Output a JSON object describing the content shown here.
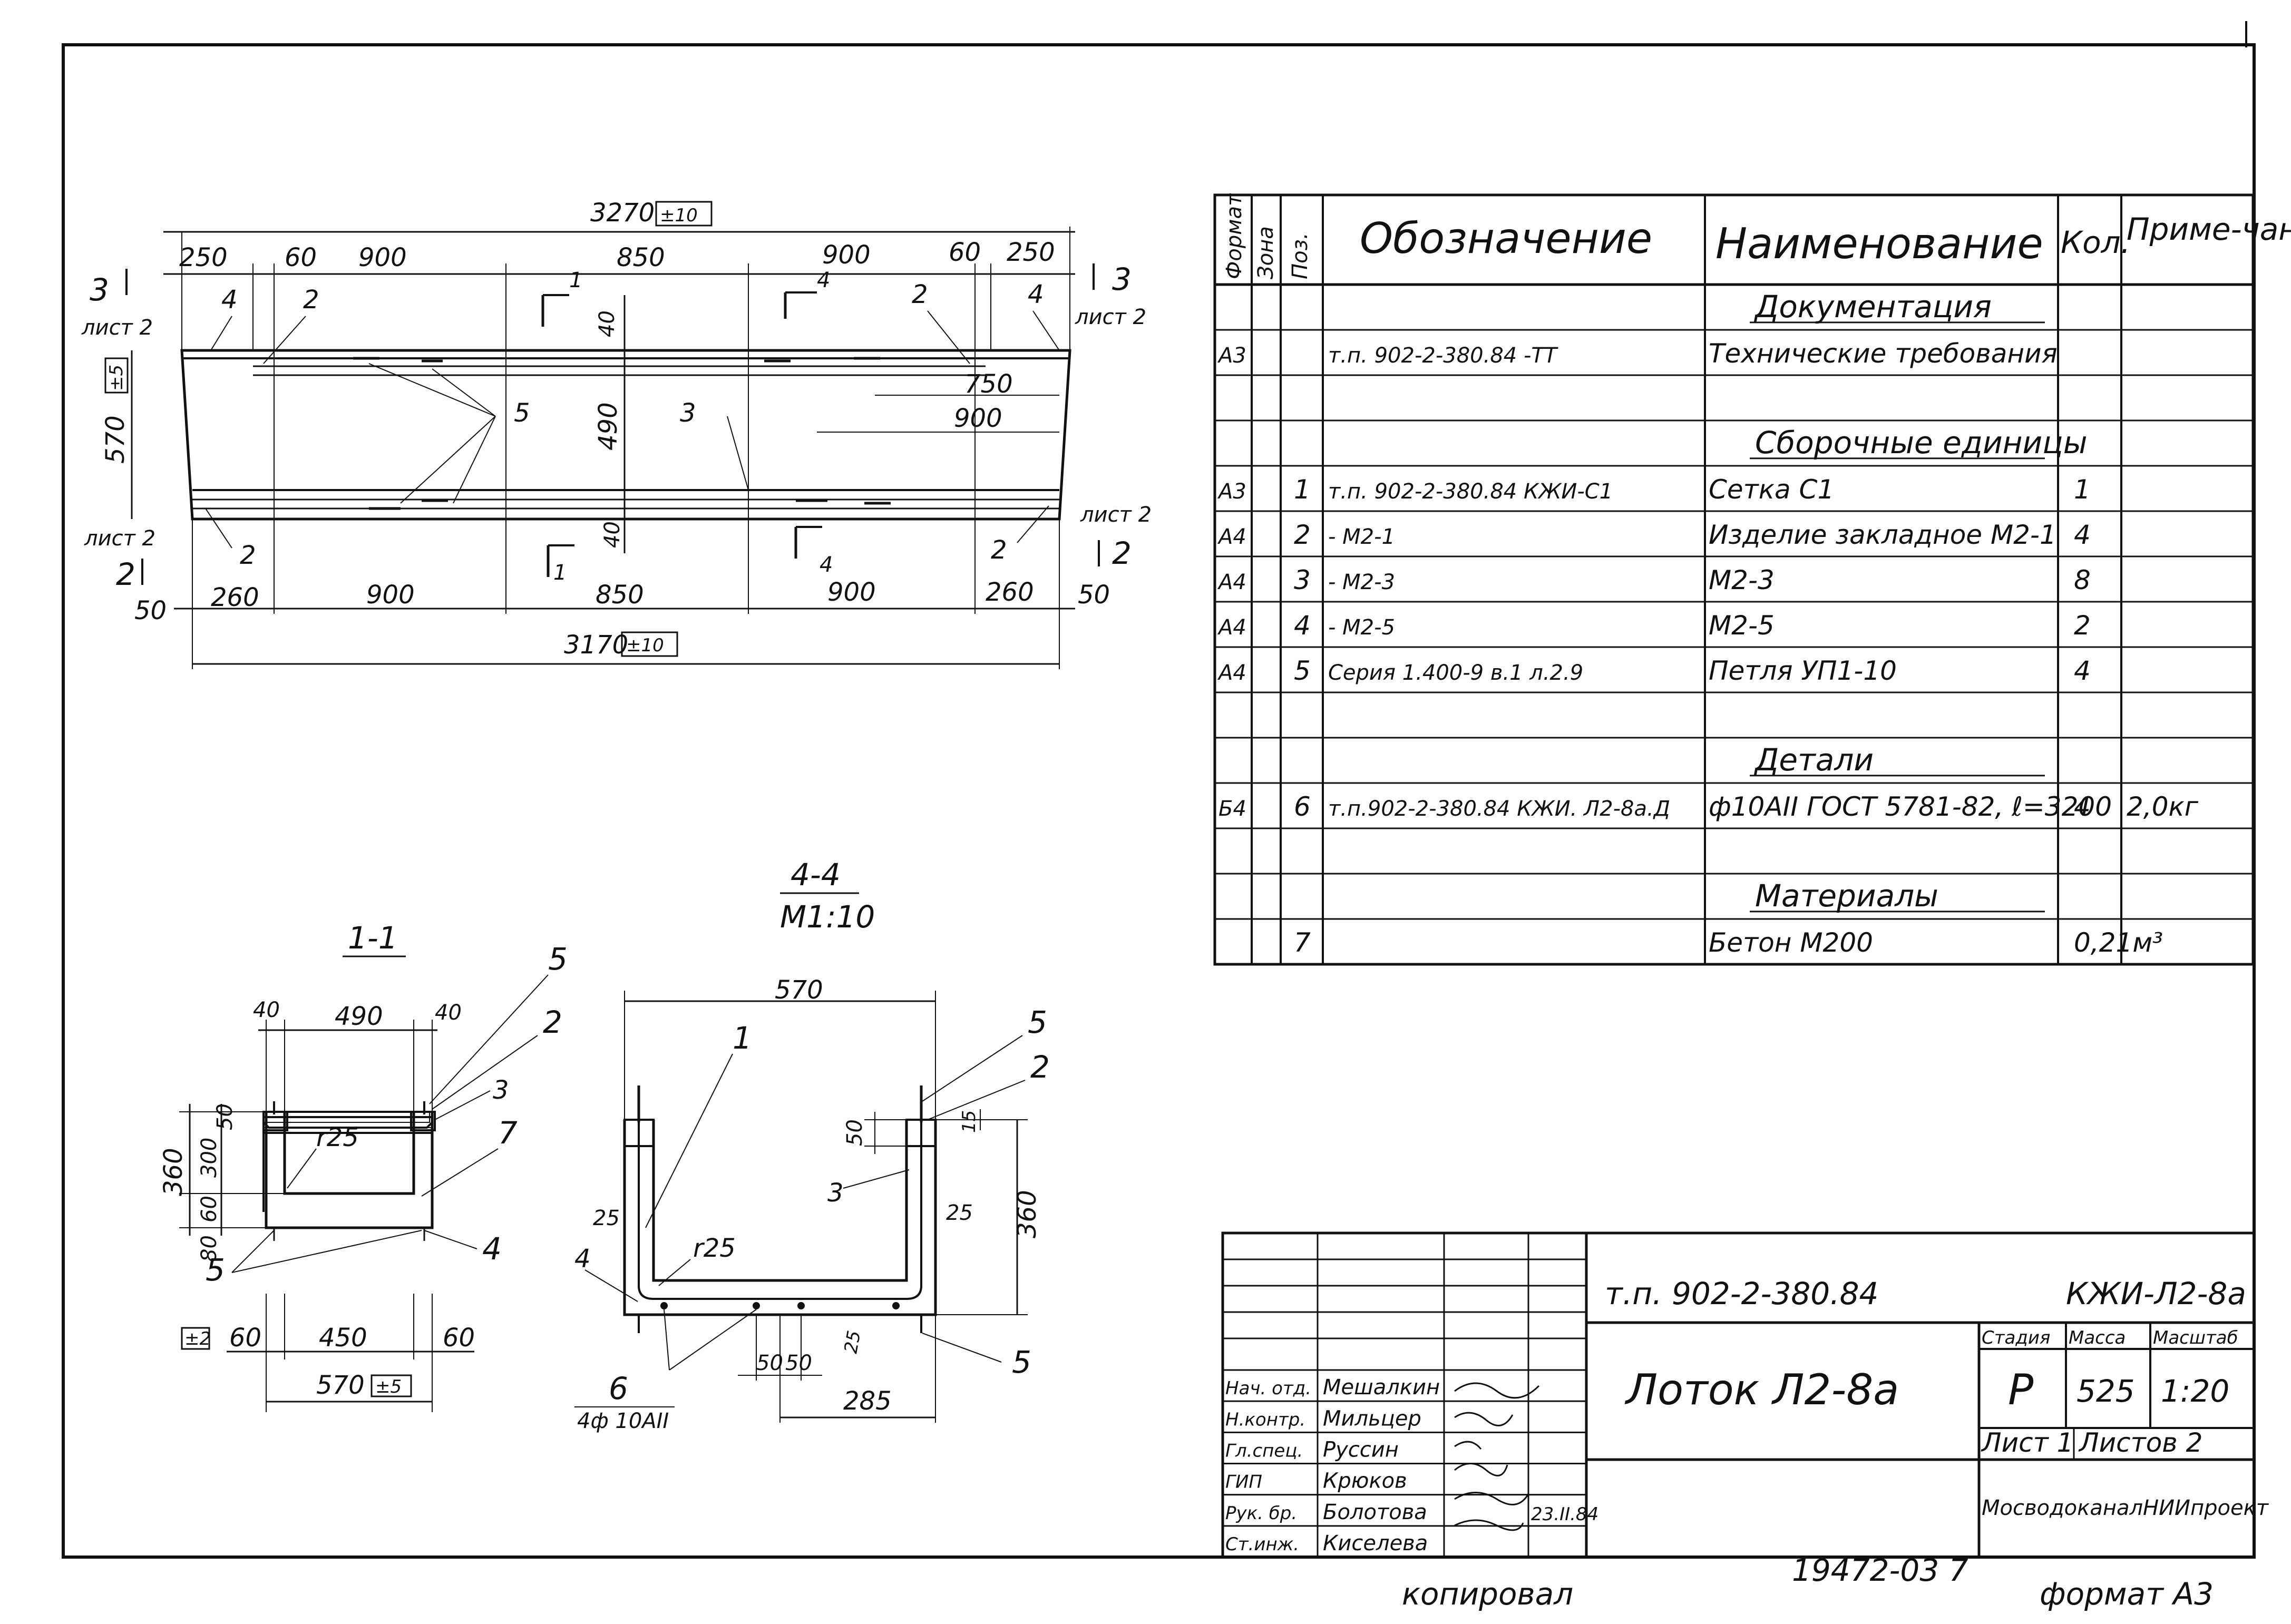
{
  "plan": {
    "overall_top": "3270",
    "tol_top": "±10",
    "top_dims": [
      "250",
      "60",
      "900",
      "850",
      "900",
      "60",
      "250"
    ],
    "bottom_dims": [
      "260",
      "900",
      "850",
      "900",
      "260"
    ],
    "overall_bottom": "3170",
    "tol_bottom": "±10",
    "height": "570",
    "tol_height": "±5",
    "inner_height": "490",
    "cover_top": "40",
    "cover_bot": "40",
    "base_offset": "50",
    "dim_750": "750",
    "dim_900": "900",
    "left_end_dim": "50",
    "right_end_dim": "50",
    "sec3_label": "3",
    "sec2_label": "2",
    "sec1_label": "1",
    "sec4_label": "4",
    "sheet_ref": "лист 2",
    "pos": [
      "1",
      "2",
      "3",
      "4",
      "5"
    ]
  },
  "section11": {
    "title": "1-1",
    "w_inner": "490",
    "w_side": "40",
    "h_total": "360",
    "h_wall": "300",
    "h_60": "60",
    "h_80": "80",
    "h_50": "50",
    "radius": "r25",
    "base_left": "60",
    "base_mid": "450",
    "base_right": "60",
    "base_total": "570",
    "tol_base": "±5",
    "tol_mark": "±2",
    "pos": [
      "5",
      "2",
      "3",
      "7",
      "4",
      "5"
    ]
  },
  "section44": {
    "title": "4-4",
    "scale": "M1:10",
    "width": "570",
    "h_total": "360",
    "h_50": "50",
    "h_15": "15",
    "cover_left": "25",
    "cover_right": "25",
    "radius": "r25",
    "bottom_25": "25",
    "dim_50a": "50",
    "dim_50b": "50",
    "dim_285": "285",
    "pos": [
      "1",
      "5",
      "2",
      "3",
      "4",
      "6",
      "5"
    ],
    "bar_note": "4ф 10АII"
  },
  "spec_table": {
    "headers": [
      "Формат",
      "Зона",
      "Поз.",
      "Обозначение",
      "Наименование",
      "Кол.",
      "Приме-чание"
    ],
    "rows": [
      {
        "fmt": "",
        "zone": "",
        "pos": "",
        "designation": "",
        "name": "Документация",
        "qty": "",
        "note": "",
        "section": true
      },
      {
        "fmt": "А3",
        "zone": "",
        "pos": "",
        "designation": "т.п. 902-2-380.84       -ТТ",
        "name": "Технические требования",
        "qty": "",
        "note": ""
      },
      {
        "fmt": "",
        "zone": "",
        "pos": "",
        "designation": "",
        "name": "",
        "qty": "",
        "note": ""
      },
      {
        "fmt": "",
        "zone": "",
        "pos": "",
        "designation": "",
        "name": "Сборочные единицы",
        "qty": "",
        "note": "",
        "section": true
      },
      {
        "fmt": "А3",
        "zone": "",
        "pos": "1",
        "designation": "т.п. 902-2-380.84 КЖИ-С1",
        "name": "Сетка С1",
        "qty": "1",
        "note": ""
      },
      {
        "fmt": "А4",
        "zone": "",
        "pos": "2",
        "designation": "- М2-1",
        "name": "Изделие закладное М2-1",
        "qty": "4",
        "note": ""
      },
      {
        "fmt": "А4",
        "zone": "",
        "pos": "3",
        "designation": "- М2-3",
        "name": "М2-3",
        "qty": "8",
        "note": ""
      },
      {
        "fmt": "А4",
        "zone": "",
        "pos": "4",
        "designation": "- М2-5",
        "name": "М2-5",
        "qty": "2",
        "note": ""
      },
      {
        "fmt": "А4",
        "zone": "",
        "pos": "5",
        "designation": "Серия 1.400-9 в.1 л.2.9",
        "name": "Петля    УП1-10",
        "qty": "4",
        "note": ""
      },
      {
        "fmt": "",
        "zone": "",
        "pos": "",
        "designation": "",
        "name": "",
        "qty": "",
        "note": ""
      },
      {
        "fmt": "",
        "zone": "",
        "pos": "",
        "designation": "",
        "name": "Детали",
        "qty": "",
        "note": "",
        "section": true
      },
      {
        "fmt": "Б4",
        "zone": "",
        "pos": "6",
        "designation": "т.п.902-2-380.84 КЖИ. Л2-8а.Д",
        "name": "ф10АII ГОСТ 5781-82, ℓ=3200",
        "qty": "4",
        "note": "2,0кг"
      },
      {
        "fmt": "",
        "zone": "",
        "pos": "",
        "designation": "",
        "name": "",
        "qty": "",
        "note": ""
      },
      {
        "fmt": "",
        "zone": "",
        "pos": "",
        "designation": "",
        "name": "Материалы",
        "qty": "",
        "note": "",
        "section": true
      },
      {
        "fmt": "",
        "zone": "",
        "pos": "7",
        "designation": "",
        "name": "Бетон  М200",
        "qty": "0,21м³",
        "note": ""
      }
    ]
  },
  "title_block": {
    "project_code": "т.п. 902-2-380.84",
    "doc_code": "КЖИ-Л2-8а",
    "title": "Лоток Л2-8а",
    "stage_label": "Стадия",
    "mass_label": "Масса",
    "scale_label": "Масштаб",
    "stage": "Р",
    "mass": "525",
    "scale": "1:20",
    "sheet": "Лист 1",
    "sheets": "Листов 2",
    "org": "МосводоканалНИИпроект",
    "roles": [
      {
        "role": "Нач. отд.",
        "name": "Мешалкин"
      },
      {
        "role": "Н.контр.",
        "name": "Мильцер"
      },
      {
        "role": "Гл.спец.",
        "name": "Руссин"
      },
      {
        "role": "ГИП",
        "name": "Крюков"
      },
      {
        "role": "Рук. бр.",
        "name": "Болотова"
      },
      {
        "role": "Ст.инж.",
        "name": "Киселева"
      }
    ],
    "sign_date": "23.II.84"
  },
  "footer": {
    "copy_note": "копировал",
    "number": "19472-03  7",
    "format": "формат А3"
  }
}
